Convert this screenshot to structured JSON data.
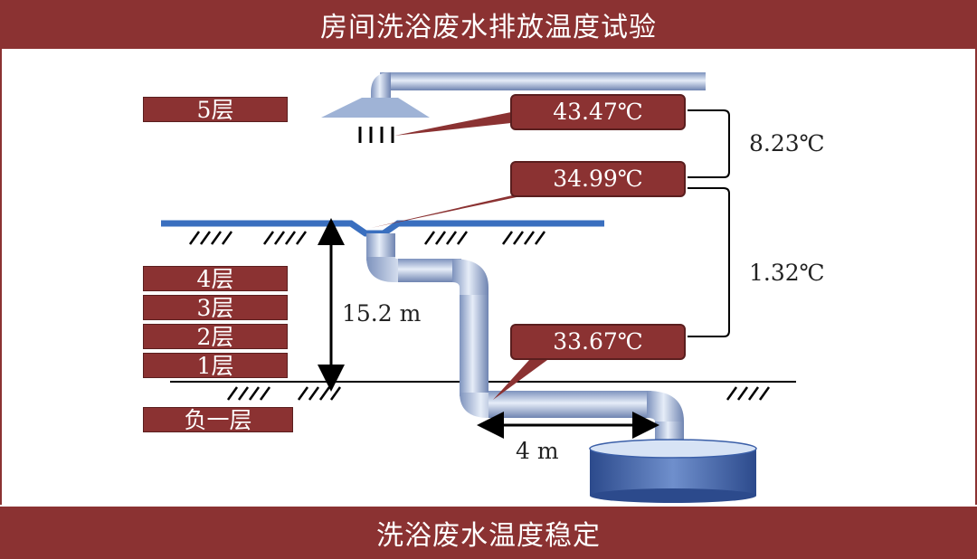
{
  "header": {
    "title": "房间洗浴废水排放温度试验"
  },
  "footer": {
    "caption": "洗浴废水温度稳定"
  },
  "floors": [
    {
      "label": "5层"
    },
    {
      "label": "4层"
    },
    {
      "label": "3层"
    },
    {
      "label": "2层"
    },
    {
      "label": "1层"
    },
    {
      "label": "负一层"
    }
  ],
  "temperatures": {
    "shower": "43.47℃",
    "floor_drain": "34.99℃",
    "basement": "33.67℃"
  },
  "differences": {
    "upper": "8.23℃",
    "lower": "1.32℃"
  },
  "dimensions": {
    "vertical": "15.2 m",
    "horizontal": "4 m"
  },
  "colors": {
    "banner": "#8b3232",
    "floor_line": "#3a6fbf",
    "pipe": "#9fb3d6",
    "tank": "#3b5fa8"
  }
}
